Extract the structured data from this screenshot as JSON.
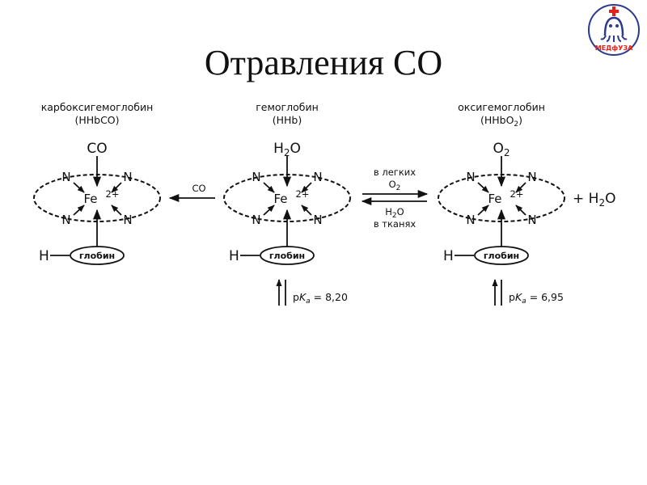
{
  "title": "Отравления СО",
  "logo": {
    "text": "МЕДфУЗА"
  },
  "species": [
    {
      "name": "карбоксигемоглобин",
      "formula": "(HHbCO)",
      "ligand": "CO",
      "base_h": "H",
      "globin": "глобин"
    },
    {
      "name": "гемоглобин",
      "formula": "(HHb)",
      "ligand": "H2O",
      "base_h": "H",
      "globin": "глобин",
      "pka_label": "pKa = 8,20"
    },
    {
      "name": "оксигемоглобин",
      "formula": "(HHbO2)",
      "ligand": "O2",
      "base_h": "H",
      "globin": "глобин",
      "pka_label": "pKa = 6,95"
    }
  ],
  "atoms": {
    "n": "N",
    "fe": "Fe",
    "charge": "2+"
  },
  "reaction1": {
    "reagent": "CO"
  },
  "reaction2": {
    "top_line1": "в легких",
    "top_line2": "O2",
    "bottom_line1": "H2O",
    "bottom_line2": "в тканях"
  },
  "product_extra": "+ H2O",
  "colors": {
    "ink": "#111111",
    "logo_red": "#e2231a",
    "logo_blue": "#2b3990"
  }
}
